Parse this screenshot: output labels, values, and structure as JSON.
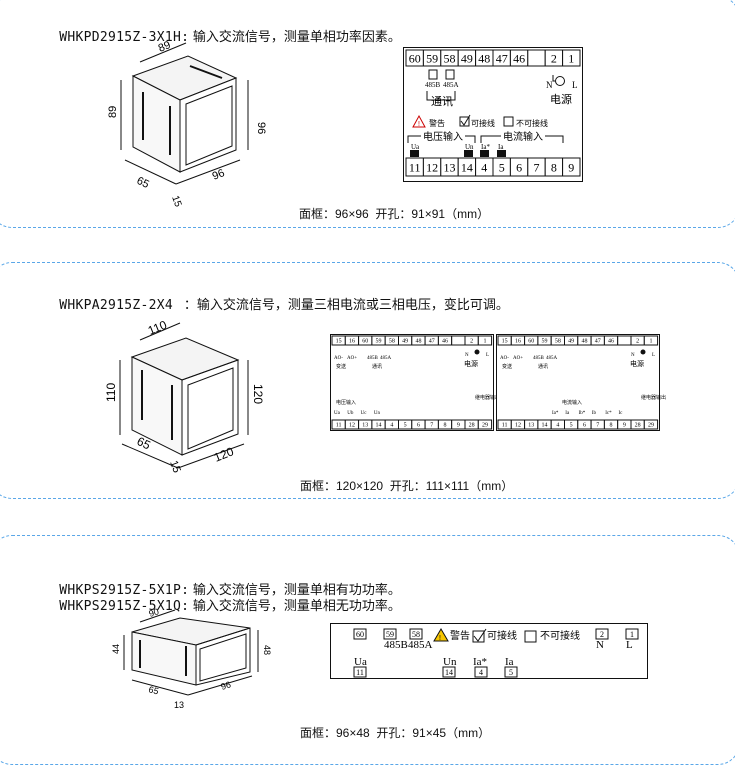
{
  "section1": {
    "model": "WHKPD2915Z-3X1H:",
    "desc": " 输入交流信号，测量单相功率因素。",
    "caption": "面框：96×96  开孔：91×91（mm）",
    "dims": {
      "top": "89",
      "left": "89",
      "right": "96",
      "bottom_a": "65",
      "bottom_b": "96",
      "bottom_c": "15"
    },
    "top_terminals": [
      "60",
      "59",
      "58",
      "49",
      "48",
      "47",
      "46",
      "",
      "2",
      "1"
    ],
    "top_labels": {
      "b": "485B",
      "a": "485A",
      "comm": "通讯",
      "n": "N",
      "l": "L",
      "power": "电源"
    },
    "legend": {
      "warn": "警告",
      "ok": "可接线",
      "no": "不可接线"
    },
    "groups": {
      "voltage": "电压输入",
      "current": "电流输入"
    },
    "signals": {
      "ua": "Ua",
      "un": "Un",
      "ia_star": "Ia*",
      "ia": "Ia"
    },
    "bottom_terminals": [
      "11",
      "12",
      "13",
      "14",
      "4",
      "5",
      "6",
      "7",
      "8",
      "9"
    ]
  },
  "section2": {
    "model": "WHKPA2915Z-2X4",
    "desc": "   ：输入交流信号，测量三相电流或三相电压，变比可调。",
    "caption": "面框：120×120  开孔：111×111（mm）",
    "dims": {
      "top": "110",
      "left": "110",
      "right": "120",
      "bottom_a": "65",
      "bottom_b": "120",
      "bottom_c": "15"
    },
    "top_terminals": [
      "15",
      "16",
      "60",
      "59",
      "58",
      "49",
      "48",
      "47",
      "46",
      "",
      "2",
      "1"
    ],
    "top_labels": {
      "ao_minus": "AO-",
      "ao_plus": "AO+",
      "transmit": "变送",
      "b": "485B",
      "a": "485A",
      "comm": "通讯",
      "n": "N",
      "l": "L",
      "power": "电源"
    },
    "left_group": "电压输入",
    "right_group": "电流输入",
    "left_signals": [
      "Ua",
      "Ub",
      "Uc",
      "Un"
    ],
    "right_signals": [
      "Ia*",
      "Ia",
      "Ib*",
      "Ib",
      "Ic*",
      "Ic"
    ],
    "relay": "继电器输出",
    "bottom_terminals": [
      "11",
      "12",
      "13",
      "14",
      "4",
      "5",
      "6",
      "7",
      "8",
      "9",
      "28",
      "29"
    ]
  },
  "section3": {
    "model1": "WHKPS2915Z-5X1P:",
    "desc1": " 输入交流信号，测量单相有功功率。",
    "model2": "WHKPS2915Z-5X1Q:",
    "desc2": " 输入交流信号，测量单相无功功率。",
    "caption": "面框：96×48  开孔：91×45（mm）",
    "dims": {
      "top": "90",
      "left": "44",
      "right": "48",
      "bottom_a": "65",
      "bottom_b": "96",
      "bottom_c": "13"
    },
    "terminals": [
      "60",
      "59",
      "58",
      "2",
      "1",
      "11",
      "14",
      "4",
      "5"
    ],
    "labels": {
      "b": "485B",
      "a": "485A",
      "warn": "警告",
      "ok": "可接线",
      "no": "不可接线",
      "n": "N",
      "l": "L",
      "ua": "Ua",
      "un": "Un",
      "ia_star": "Ia*",
      "ia": "Ia"
    }
  }
}
